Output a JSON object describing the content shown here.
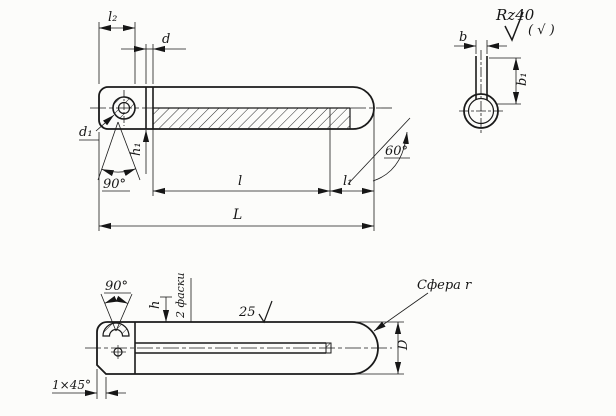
{
  "drawing": {
    "surface_finish": {
      "rz40": "Rz40",
      "others": "( √ )"
    },
    "main_view": {
      "l2": "l₂",
      "d": "d",
      "d1": "d₁",
      "h1": "h₁",
      "angle90": "90°",
      "l": "l",
      "l1": "l₁",
      "L": "L",
      "angle60": "60°"
    },
    "end_view": {
      "b": "b",
      "b1": "b₁"
    },
    "bottom_view": {
      "angle90": "90°",
      "h": "h",
      "chamfers_note": "2 фаски",
      "roughness": "25",
      "sphere_note": "Сфера r",
      "D": "D",
      "chamfer": "1×45°"
    }
  }
}
